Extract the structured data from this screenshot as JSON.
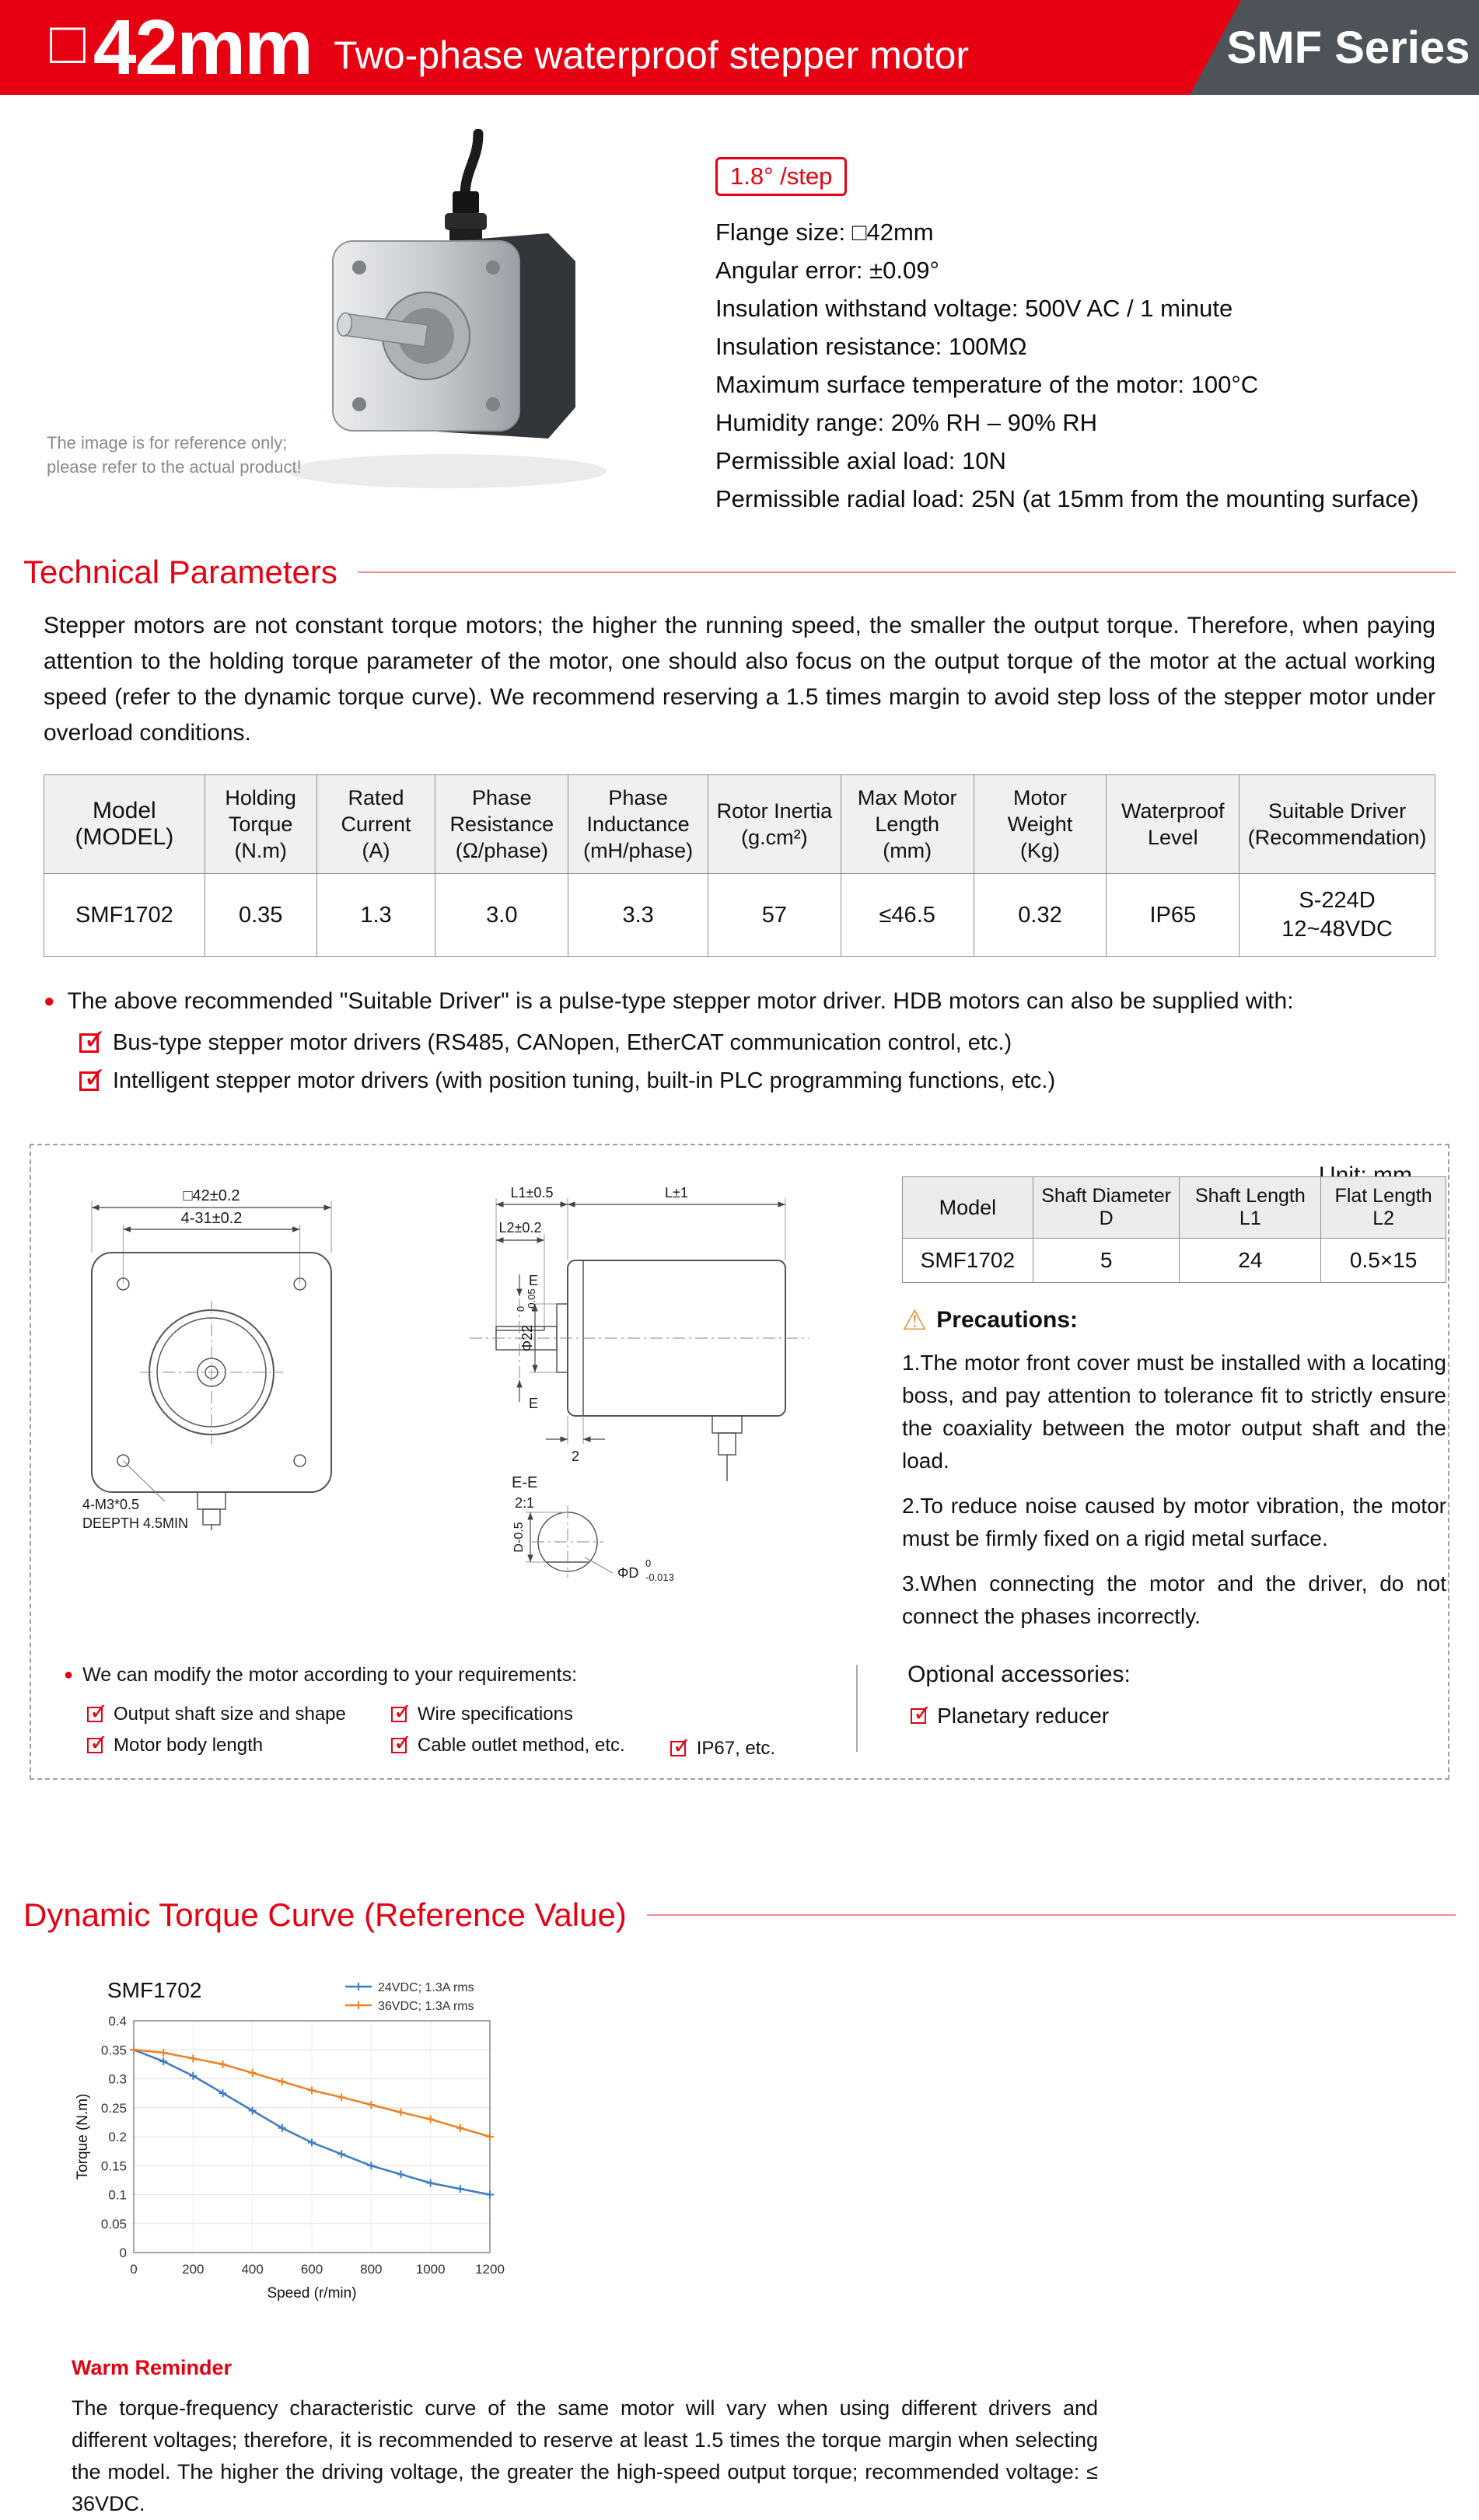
{
  "colors": {
    "accent_red": "#e60012",
    "series_box": "#4d5358",
    "chart_blue": "#3f7cc0",
    "chart_orange": "#ee8022"
  },
  "icons": {
    "check": "✓",
    "bullet": "●",
    "warning": "⚠"
  },
  "header": {
    "size_prefix": "□",
    "size_title": "42mm",
    "subtitle": "Two-phase waterproof stepper motor",
    "series": "SMF Series"
  },
  "hero": {
    "caption_line1": "The image is for reference only;",
    "caption_line2": "please refer to the actual product!",
    "step_badge": "1.8° /step",
    "specs": [
      "Flange size: □42mm",
      "Angular error: ±0.09°",
      "Insulation withstand voltage: 500V AC / 1 minute",
      "Insulation resistance: 100MΩ",
      "Maximum surface temperature of the motor: 100°C",
      "Humidity range: 20% RH – 90% RH",
      "Permissible axial load: 10N",
      "Permissible radial load: 25N (at 15mm from the mounting surface)"
    ]
  },
  "technical": {
    "title": "Technical Parameters",
    "intro": "Stepper motors are not constant torque motors; the higher the running speed, the smaller the output torque. Therefore, when paying attention to the holding torque parameter of the motor, one should also focus on the output torque of the motor at the actual working speed (refer to the dynamic torque curve). We recommend reserving a 1.5 times margin to avoid step loss of the stepper motor under overload conditions.",
    "table": {
      "headers": [
        "Model\n(MODEL)",
        "Holding\nTorque\n(N.m)",
        "Rated Current\n(A)",
        "Phase\nResistance\n(Ω/phase)",
        "Phase\nInductance\n(mH/phase)",
        "Rotor Inertia\n(g.cm²)",
        "Max Motor\nLength\n(mm)",
        "Motor Weight\n(Kg)",
        "Waterproof\nLevel",
        "Suitable Driver\n(Recommendation)"
      ],
      "row": [
        "SMF1702",
        "0.35",
        "1.3",
        "3.0",
        "3.3",
        "57",
        "≤46.5",
        "0.32",
        "IP65",
        "S-224D\n12~48VDC"
      ]
    },
    "driver_note": "The above recommended \"Suitable Driver\" is a pulse-type stepper motor driver. HDB motors can also be supplied with:",
    "driver_options": [
      "Bus-type stepper motor drivers (RS485, CANopen, EtherCAT communication control, etc.)",
      "Intelligent stepper motor drivers (with position tuning, built-in PLC programming functions, etc.)"
    ]
  },
  "dimensions": {
    "unit_label": "Unit: mm",
    "front_view": {
      "dim_flange": "□42±0.2",
      "dim_holes": "4-31±0.2",
      "thread_line1": "4-M3*0.5",
      "thread_line2": "DEEPTH 4.5MIN"
    },
    "side_view": {
      "dim_l1": "L1±0.5",
      "dim_l": "L±1",
      "dim_l2": "L2±0.2",
      "dim_boss": "Φ22",
      "boss_tol_upper": "0",
      "boss_tol_lower": "-0.05",
      "cut_label_top": "E",
      "cut_label_bottom": "E",
      "dim_front_cover": "2"
    },
    "section_view": {
      "title": "E-E",
      "scale": "2:1",
      "dim_flat": "D-0.5",
      "dim_shaft": "ΦD",
      "shaft_tol_upper": "0",
      "shaft_tol_lower": "-0.013"
    },
    "shaft_table": {
      "headers": [
        "Model",
        "Shaft Diameter D",
        "Shaft Length L1",
        "Flat Length L2"
      ],
      "row": [
        "SMF1702",
        "5",
        "24",
        "0.5×15"
      ]
    },
    "precautions_title": "Precautions:",
    "precautions": [
      "1.The motor front cover must be installed with a locating boss, and pay attention to tolerance fit to strictly ensure the coaxiality between the motor output shaft and the load.",
      "2.To reduce noise caused by motor vibration, the motor must be firmly fixed on a rigid metal surface.",
      "3.When connecting the motor and the driver, do not connect the phases incorrectly."
    ],
    "modify_note": "We can modify the motor according to your requirements:",
    "modify_col1": [
      "Output shaft size and shape",
      "Motor body length"
    ],
    "modify_col2": [
      "Wire specifications",
      "Cable outlet method, etc."
    ],
    "modify_col3": [
      "IP67, etc."
    ],
    "accessories_title": "Optional accessories:",
    "accessories": [
      "Planetary reducer"
    ]
  },
  "curve_section": {
    "title": "Dynamic Torque Curve (Reference Value)",
    "warm_title": "Warm Reminder",
    "warm_text": "The torque-frequency characteristic curve of the same motor will vary when using different drivers and different voltages; therefore, it is recommended to reserve at least 1.5 times the torque margin when selecting the model. The higher the driving voltage, the greater the high-speed output torque; recommended voltage: ≤ 36VDC."
  },
  "chart_data": {
    "type": "line",
    "title": "SMF1702",
    "xlabel": "Speed (r/min)",
    "ylabel": "Torque (N.m)",
    "xlim": [
      0,
      1200
    ],
    "ylim": [
      0,
      0.4
    ],
    "xticks": [
      0,
      200,
      400,
      600,
      800,
      1000,
      1200
    ],
    "yticks": [
      0,
      0.05,
      0.1,
      0.15,
      0.2,
      0.25,
      0.3,
      0.35,
      0.4
    ],
    "grid": true,
    "legend_position": "top-right",
    "series": [
      {
        "name": "24VDC; 1.3A rms",
        "color": "#3f7cc0",
        "x": [
          0,
          100,
          200,
          300,
          400,
          500,
          600,
          700,
          800,
          900,
          1000,
          1100,
          1200
        ],
        "y": [
          0.35,
          0.33,
          0.305,
          0.275,
          0.245,
          0.215,
          0.19,
          0.17,
          0.15,
          0.135,
          0.12,
          0.11,
          0.1
        ]
      },
      {
        "name": "36VDC; 1.3A rms",
        "color": "#ee8022",
        "x": [
          0,
          100,
          200,
          300,
          400,
          500,
          600,
          700,
          800,
          900,
          1000,
          1100,
          1200
        ],
        "y": [
          0.35,
          0.345,
          0.335,
          0.325,
          0.31,
          0.295,
          0.28,
          0.268,
          0.255,
          0.242,
          0.23,
          0.215,
          0.2
        ]
      }
    ]
  }
}
